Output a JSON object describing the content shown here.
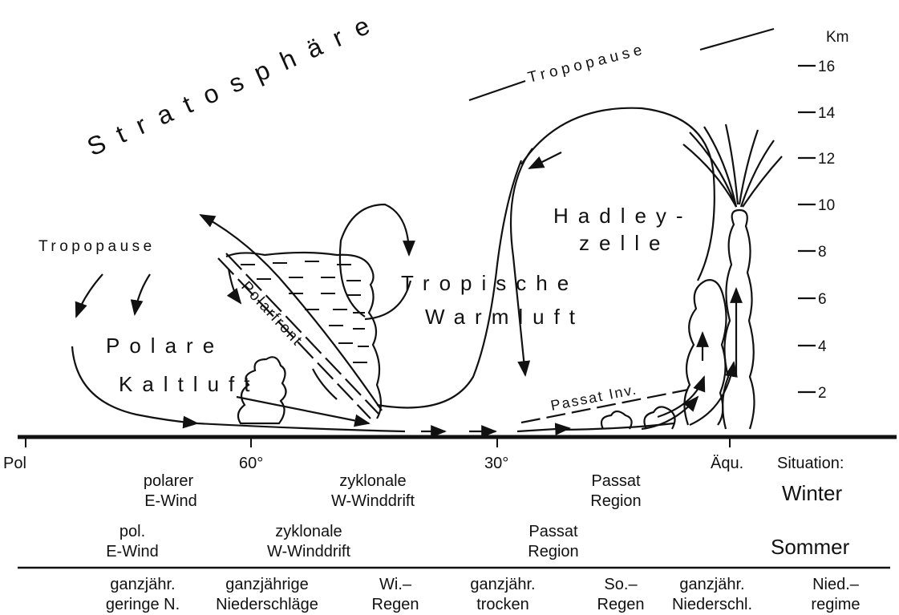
{
  "diagram": {
    "stratosphere": "Stratosphäre",
    "tropopause_top": "Tropopause",
    "tropopause_left": "Tropopause",
    "km_unit": "Km",
    "km_ticks": [
      "16",
      "14",
      "12",
      "10",
      "8",
      "6",
      "4",
      "2"
    ],
    "hadley_line1": "Hadley-",
    "hadley_line2": "zelle",
    "tropical_line1": "Tropische",
    "tropical_line2": "Warmluft",
    "polar_line1": "Polare",
    "polar_line2": "Kaltluft",
    "polarfront": "Polarfront",
    "passat_inv": "Passat Inv."
  },
  "axis": {
    "pol": "Pol",
    "lat60": "60°",
    "lat30": "30°",
    "aequ": "Äqu."
  },
  "situation": {
    "label": "Situation:",
    "winter": "Winter",
    "sommer": "Sommer"
  },
  "winter_row": {
    "polarer_1": "polarer",
    "polarer_2": "E-Wind",
    "zyk_1": "zyklonale",
    "zyk_2": "W-Winddrift",
    "passat_1": "Passat",
    "passat_2": "Region"
  },
  "sommer_row": {
    "pol_1": "pol.",
    "pol_2": "E-Wind",
    "zyk_1": "zyklonale",
    "zyk_2": "W-Winddrift",
    "passat_1": "Passat",
    "passat_2": "Region"
  },
  "precip_row": {
    "c1_1": "ganzjähr.",
    "c1_2": "geringe N.",
    "c2_1": "ganzjährige",
    "c2_2": "Niederschläge",
    "c3_1": "Wi.–",
    "c3_2": "Regen",
    "c4_1": "ganzjähr.",
    "c4_2": "trocken",
    "c5_1": "So.–",
    "c5_2": "Regen",
    "c6_1": "ganzjähr.",
    "c6_2": "Niederschl.",
    "c7_1": "Nied.–",
    "c7_2": "regime"
  }
}
